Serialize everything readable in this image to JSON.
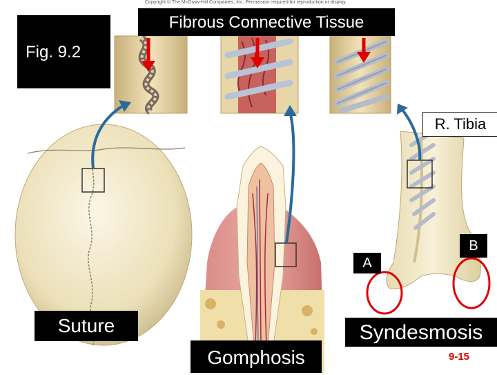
{
  "copyright": "Copyright © The McGraw-Hill Companies, Inc. Permission required for reproduction or display.",
  "title": "Fibrous Connective Tissue",
  "figure_label": "Fig. 9.2",
  "labels": {
    "tibia": "R. Tibia",
    "suture": "Suture",
    "gomphosis": "Gomphosis",
    "syndesmosis": "Syndesmosis",
    "a": "A",
    "b": "B"
  },
  "page_number": "9-15",
  "colors": {
    "label_bg": "#000000",
    "label_text": "#ffffff",
    "arrow_red": "#e00000",
    "arrow_blue": "#2a6a9a",
    "bone": "#efe4c0",
    "skull": "#f1e6c4"
  }
}
